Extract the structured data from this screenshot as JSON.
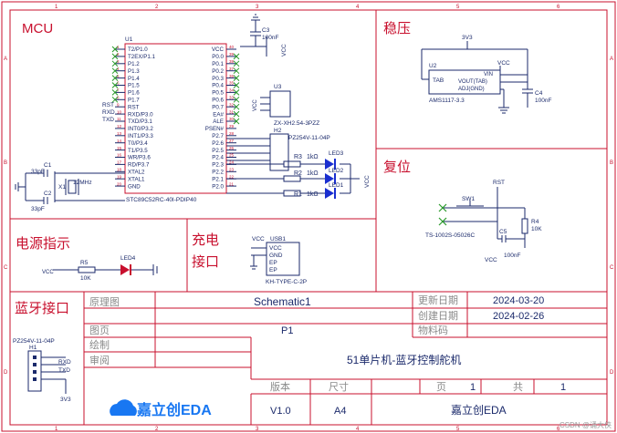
{
  "sections": {
    "mcu": "MCU",
    "regulator": "稳压",
    "reset": "复位",
    "power_indicator": "电源指示",
    "charging_port_line1": "充电",
    "charging_port_line2": "接口",
    "bluetooth_port": "蓝牙接口"
  },
  "border": {
    "columns": [
      "1",
      "2",
      "3",
      "4",
      "5",
      "6"
    ],
    "rows": [
      "A",
      "B",
      "C",
      "D"
    ]
  },
  "mcu": {
    "designator": "U1",
    "part": "STC89C52RC-40I-PDIP40",
    "left_pins": [
      "T2/P1.0",
      "T2EX/P1.1",
      "P1.2",
      "P1.3",
      "P1.4",
      "P1.5",
      "P1.6",
      "P1.7",
      "RST",
      "RXD/P3.0",
      "TXD/P3.1",
      "INT0/P3.2",
      "INT1/P3.3",
      "T0/P3.4",
      "T1/P3.5",
      "WR/P3.6",
      "RD/P3.7",
      "XTAL2",
      "XTAL1",
      "GND"
    ],
    "right_pins": [
      "VCC",
      "P0.0",
      "P0.1",
      "P0.2",
      "P0.3",
      "P0.4",
      "P0.5",
      "P0.6",
      "P0.7",
      "EA#",
      "ALE",
      "PSEN#",
      "P2.7",
      "P2.6",
      "P2.5",
      "P2.4",
      "P2.3",
      "P2.2",
      "P2.1",
      "P2.0"
    ],
    "left_numbers": [
      "1",
      "2",
      "3",
      "4",
      "5",
      "6",
      "7",
      "8",
      "9",
      "10",
      "11",
      "12",
      "13",
      "14",
      "15",
      "16",
      "17",
      "18",
      "19",
      "20"
    ],
    "right_numbers": [
      "40",
      "39",
      "38",
      "37",
      "36",
      "35",
      "34",
      "33",
      "32",
      "31",
      "30",
      "29",
      "28",
      "27",
      "26",
      "25",
      "24",
      "23",
      "22",
      "21"
    ],
    "net_rst": "RST",
    "net_rxd": "RXD",
    "net_txd": "TXD"
  },
  "parts": {
    "c3": "C3",
    "c3_value": "100nF",
    "vcc": "VCC",
    "c1": "C1",
    "c1_value": "33pF",
    "c2": "C2",
    "c2_value": "33pF",
    "x1": "X1",
    "x1_value": "12MHz",
    "u3": "U3",
    "u3_part": "ZX-XH2.54-3PZZ",
    "h2": "H2",
    "h2_part": "PZ254V-11-04P",
    "led1": "LED1",
    "led2": "LED2",
    "led3": "LED3",
    "r1": "R1",
    "r1_value": "1kΩ",
    "r2": "R2",
    "r2_value": "1kΩ",
    "r3": "R3",
    "r3_value": "1kΩ",
    "u2": "U2",
    "u2_part": "AMS1117-3.3",
    "u2_pin_tab": "TAB",
    "u2_pin_vin": "VIN",
    "u2_pin_vout": "VOUT(TAB)",
    "u2_pin_adj": "ADJ(GND)",
    "net_3v3": "3V3",
    "c4": "C4",
    "c4_value": "100nF",
    "sw1": "SW1",
    "sw1_part": "TS-1002S-05026C",
    "rst": "RST",
    "r4": "R4",
    "r4_value": "10K",
    "c5": "C5",
    "c5_value": "100nF",
    "led4": "LED4",
    "r5": "R5",
    "r5_value": "10K",
    "usb1": "USB1",
    "usb_pins": [
      "VCC",
      "GND",
      "EP",
      "EP"
    ],
    "usb_part": "KH-TYPE-C-2P",
    "h1": "H1",
    "h1_part": "PZ254V-11-04P",
    "rxd": "RXD",
    "txd": "TXD"
  },
  "title_block": {
    "label_drawing": "原理图",
    "value_drawing": "Schematic1",
    "label_updated": "更新日期",
    "value_updated": "2024-03-20",
    "label_created": "创建日期",
    "value_created": "2024-02-26",
    "label_page": "图页",
    "value_page": "P1",
    "label_material": "物料码",
    "label_drawn": "绘制",
    "label_review": "审阅",
    "project_name": "51单片机-蓝牙控制舵机",
    "label_version": "版本",
    "value_version": "V1.0",
    "label_size": "尺寸",
    "value_size": "A4",
    "label_sheet": "页",
    "value_sheet": "1",
    "label_total": "共",
    "value_total": "1",
    "company": "嘉立创EDA",
    "logo_text": "嘉立创EDA"
  },
  "watermark": "CSDN @诵大侠",
  "colors": {
    "border": "#c8102e",
    "wire": "#1b2a6b",
    "net_green": "#1a7f1a",
    "noconnect": "#2a9a2a",
    "led": "#1a2fd0",
    "pin_yellow": "#e0a000",
    "logo_blue": "#1877f2",
    "mcu_body": "#c8102e"
  }
}
